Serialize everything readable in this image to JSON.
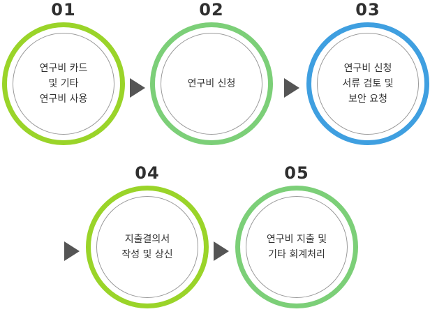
{
  "colors": {
    "lime": "#9ad429",
    "green": "#7ccf78",
    "blue": "#3f9fe0",
    "arrow": "#555555",
    "number": "#2f2f2f"
  },
  "steps": [
    {
      "number": "01",
      "label": "연구비 카드\n및 기타\n연구비 사용",
      "color": "#9ad429"
    },
    {
      "number": "02",
      "label": "연구비 신청",
      "color": "#7ccf78"
    },
    {
      "number": "03",
      "label": "연구비 신청\n서류 검토 및\n보안 요청",
      "color": "#3f9fe0"
    },
    {
      "number": "04",
      "label": "지출결의서\n작성 및 상신",
      "color": "#9ad429"
    },
    {
      "number": "05",
      "label": "연구비 지출 및\n기타 회계처리",
      "color": "#7ccf78"
    }
  ]
}
